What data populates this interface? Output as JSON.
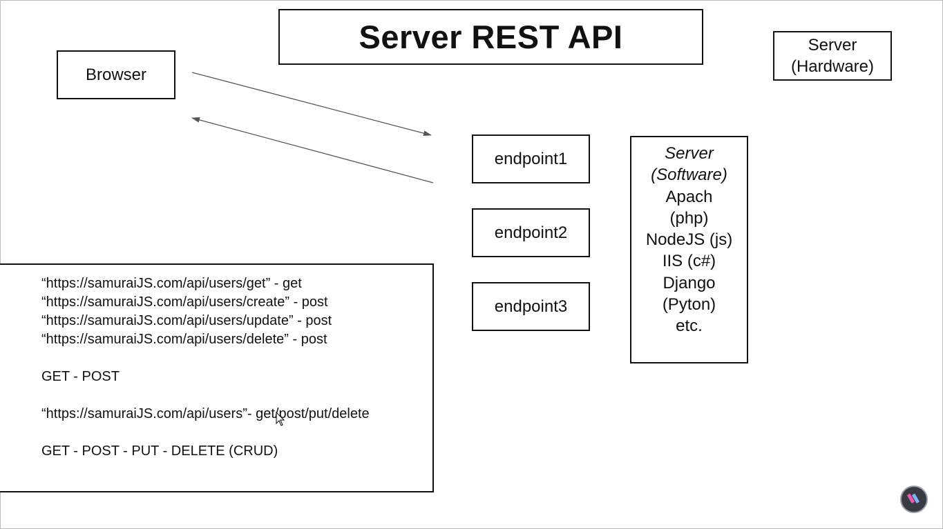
{
  "title": "Server REST API",
  "browser_label": "Browser",
  "hardware_label": [
    "Server",
    "(Hardware)"
  ],
  "endpoints": [
    "endpoint1",
    "endpoint2",
    "endpoint3"
  ],
  "software": {
    "heading": [
      "Server",
      "(Software)"
    ],
    "items": [
      "Apach",
      "(php)",
      "NodeJS (js)",
      "IIS (c#)",
      "Django",
      "(Pyton)",
      "etc."
    ]
  },
  "notes": {
    "urls": [
      "“https://samuraiJS.com/api/users/get” - get",
      "“https://samuraiJS.com/api/users/create” - post",
      "“https://samuraiJS.com/api/users/update” - post",
      "“https://samuraiJS.com/api/users/delete” - post"
    ],
    "methods_short": "GET - POST",
    "rest_url": "“https://samuraiJS.com/api/users”- get/post/put/delete",
    "methods_full": "GET - POST - PUT - DELETE (CRUD)"
  },
  "icons": {
    "cursor": "mouse-cursor-icon",
    "logo": "channel-logo-icon"
  }
}
